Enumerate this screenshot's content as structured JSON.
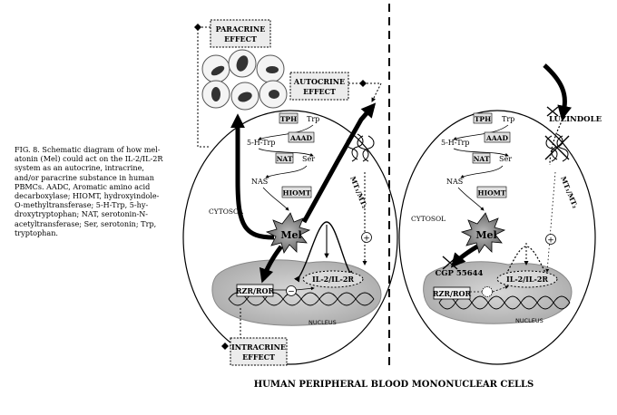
{
  "caption": {
    "lines": [
      "FIG. 8. Schematic diagram of how mel-",
      "atonin (Mel) could act on the IL-2/IL-2R",
      "system as an autocrine, intracrine,",
      "and/or paracrine substance in human",
      "PBMCs. AADC, Aromatic amino acid",
      "decarboxylase; HIOMT, hydroxyindole-",
      "O-methyltransferase; 5-H-Trp, 5-hy-",
      "droxytryptophan; NAT, serotonin-N-",
      "acetyltransferase; Ser, serotonin; Trp,",
      "tryptophan."
    ]
  },
  "effects": {
    "paracrine": [
      "PARACRINE",
      "EFFECT"
    ],
    "autocrine": [
      "AUTOCRINE",
      "EFFECT"
    ],
    "intracrine": [
      "INTRACRINE",
      "EFFECT"
    ]
  },
  "left_cell": {
    "tph": "TPH",
    "trp": "Trp",
    "aaad": "AAAD",
    "h5trp": "5-H-Trp",
    "nat": "NAT",
    "ser": "Ser",
    "nas": "NAS",
    "hiomt": "HIOMT",
    "cytosol": "CYTOSOL",
    "mel": "Mel",
    "receptor": "RZR/ROR",
    "il2": "IL-2/IL-2R",
    "nucleus": "NUCLEUS",
    "mt": "MT₁/MT₂",
    "plus": "+",
    "minus": "−"
  },
  "right_cell": {
    "tph": "TPH",
    "trp": "Trp",
    "aaad": "AAAD",
    "h5trp": "5-H-Trp",
    "nat": "NAT",
    "ser": "Ser",
    "nas": "NAS",
    "hiomt": "HIOMT",
    "cytosol": "CYTOSOL",
    "mel": "Mel",
    "receptor": "RZR/ROR",
    "il2": "IL-2/IL-2R",
    "nucleus": "NUCLEUS",
    "mt": "MT₁/MT₂",
    "plus": "+",
    "antagonist_membrane": "LUZINDOLE",
    "antagonist_nuclear": "CGP 55644"
  },
  "footer_title": "HUMAN PERIPHERAL BLOOD MONONUCLEAR CELLS"
}
